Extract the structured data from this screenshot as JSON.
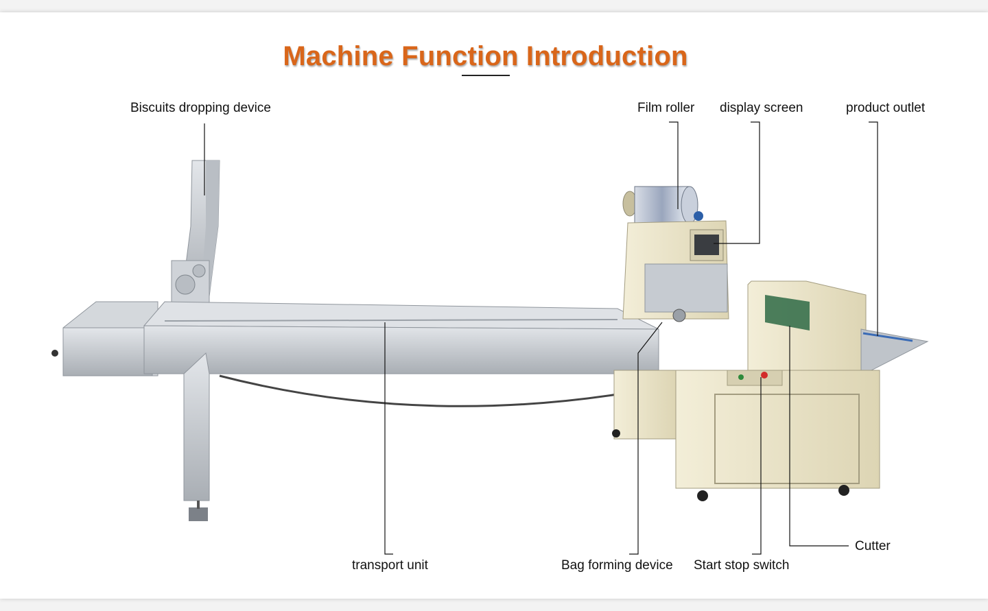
{
  "title": "Machine Function Introduction",
  "colors": {
    "title": "#d9661a",
    "steel": "#c9cdd2",
    "cream": "#ece6cc",
    "leader": "#111111"
  },
  "labels": {
    "biscuits_dropping_device": "Biscuits dropping device",
    "film_roller": "Film roller",
    "display_screen": "display screen",
    "product_outlet": "product outlet",
    "transport_unit": "transport unit",
    "bag_forming_device": "Bag forming device",
    "start_stop_switch": "Start stop switch",
    "cutter": "Cutter"
  }
}
